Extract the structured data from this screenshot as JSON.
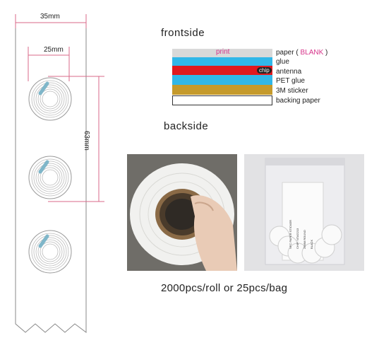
{
  "dimensions": {
    "width_label": "35mm",
    "inner_label": "25mm",
    "height_label": "63mm"
  },
  "headings": {
    "front": "frontside",
    "back": "backside"
  },
  "layers": {
    "print_text": "print",
    "chip_text": "chip",
    "labels": [
      {
        "prefix": "paper ( ",
        "accent": "BLANK",
        "suffix": " )"
      },
      {
        "prefix": "glue",
        "accent": "",
        "suffix": ""
      },
      {
        "prefix": "antenna",
        "accent": "",
        "suffix": ""
      },
      {
        "prefix": "PET glue",
        "accent": "",
        "suffix": ""
      },
      {
        "prefix": "3M sticker",
        "accent": "",
        "suffix": ""
      },
      {
        "prefix": "backing paper",
        "accent": "",
        "suffix": ""
      }
    ],
    "colors": {
      "paper": "#d9d9d9",
      "glue": "#31b7e8",
      "antenna": "#e0191e",
      "pet_glue": "#31b7e8",
      "sticker": "#c59a2c",
      "backing": "#ffffff",
      "accent": "#d6338a",
      "dimension_line": "#d96a8a"
    }
  },
  "bag_text": [
    "NFC PAPER STICKER",
    "CHIP: NTAG213",
    "25MM ROUND",
    "BLACK"
  ],
  "caption": "2000pcs/roll or 25pcs/bag"
}
